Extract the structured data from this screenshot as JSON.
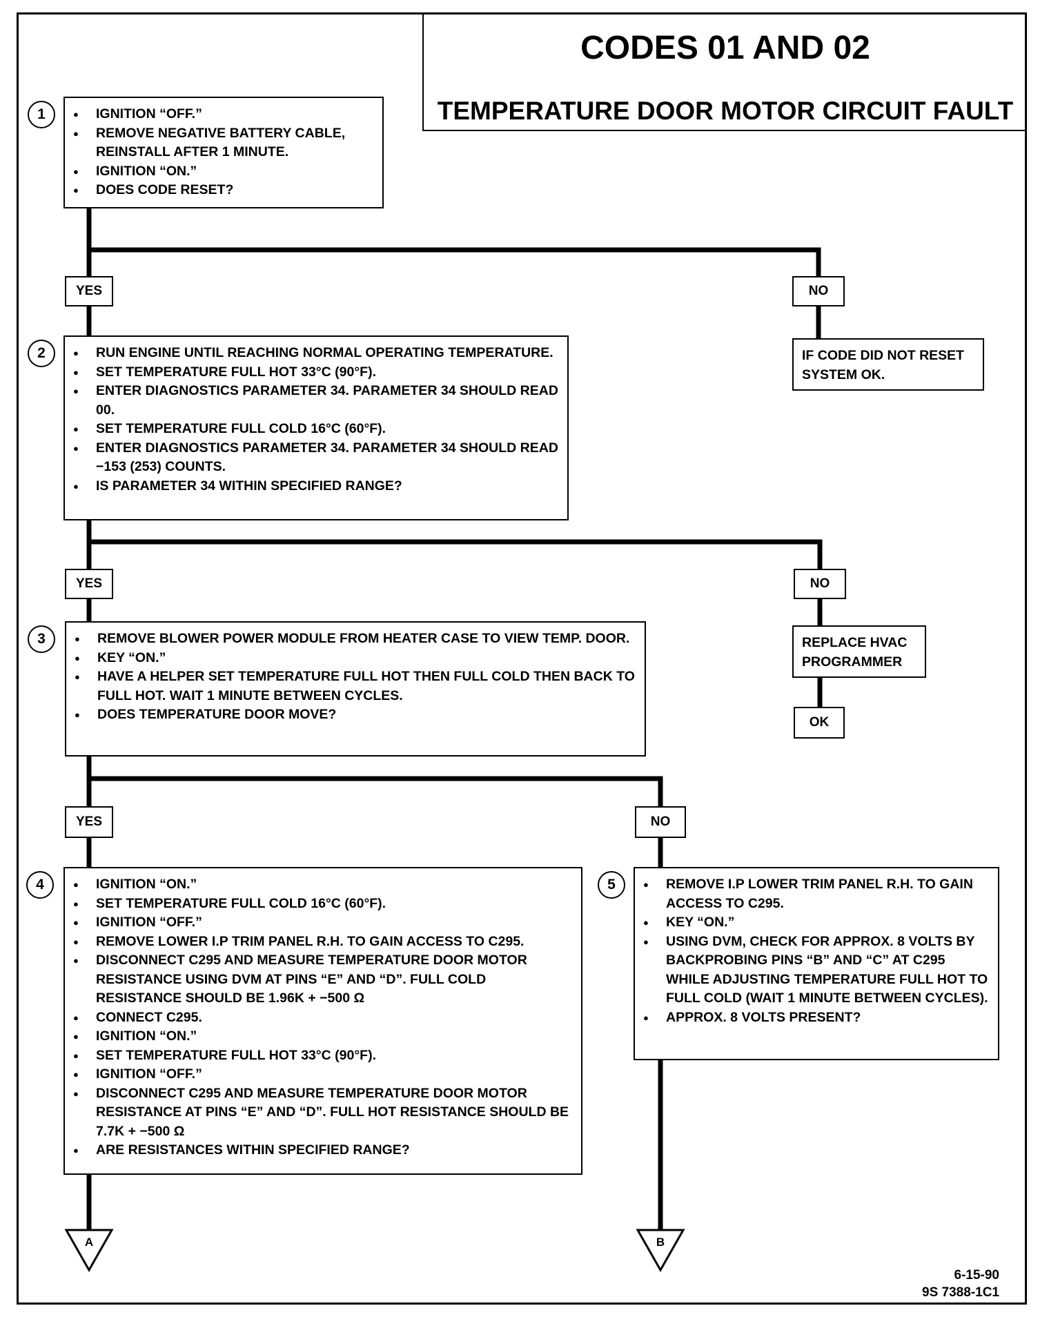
{
  "title": {
    "line1": "CODES 01 AND 02",
    "line2": "TEMPERATURE DOOR MOTOR CIRCUIT FAULT"
  },
  "steps": [
    {
      "number": "1",
      "items": [
        "IGNITION “OFF.”",
        "REMOVE NEGATIVE BATTERY CABLE, REINSTALL AFTER 1 MINUTE.",
        "IGNITION “ON.”",
        "DOES CODE RESET?"
      ]
    },
    {
      "number": "2",
      "items": [
        "RUN ENGINE UNTIL REACHING NORMAL OPERATING TEMPERATURE.",
        "SET TEMPERATURE FULL HOT 33°C (90°F).",
        "ENTER DIAGNOSTICS PARAMETER 34.  PARAMETER 34 SHOULD READ 00.",
        "SET TEMPERATURE FULL COLD 16°C (60°F).",
        "ENTER DIAGNOSTICS PARAMETER 34.  PARAMETER 34 SHOULD READ  −153 (253) COUNTS.",
        "IS PARAMETER 34 WITHIN SPECIFIED RANGE?"
      ]
    },
    {
      "number": "3",
      "items": [
        "REMOVE  BLOWER POWER MODULE FROM HEATER CASE TO VIEW TEMP. DOOR.",
        "KEY “ON.”",
        "HAVE A HELPER SET TEMPERATURE FULL HOT THEN FULL COLD THEN BACK TO FULL HOT.  WAIT 1 MINUTE BETWEEN CYCLES.",
        "DOES TEMPERATURE DOOR MOVE?"
      ]
    },
    {
      "number": "4",
      "items": [
        "IGNITION “ON.”",
        "SET TEMPERATURE FULL COLD 16°C (60°F).",
        "IGNITION “OFF.”",
        "REMOVE LOWER I.P TRIM PANEL R.H. TO GAIN ACCESS TO C295.",
        "DISCONNECT C295 AND MEASURE TEMPERATURE DOOR MOTOR RESISTANCE USING DVM AT PINS “E” AND “D”.  FULL COLD RESISTANCE SHOULD BE 1.96K + −500 Ω",
        "CONNECT C295.",
        "IGNITION “ON.”",
        "SET TEMPERATURE FULL HOT 33°C (90°F).",
        "IGNITION “OFF.”",
        "DISCONNECT C295 AND MEASURE TEMPERATURE DOOR MOTOR RESISTANCE AT PINS “E” AND “D”.  FULL HOT RESISTANCE SHOULD BE 7.7K + −500 Ω",
        "ARE RESISTANCES WITHIN SPECIFIED RANGE?"
      ]
    },
    {
      "number": "5",
      "items": [
        "REMOVE I.P LOWER TRIM PANEL R.H. TO GAIN ACCESS TO C295.",
        "KEY “ON.”",
        "USING DVM, CHECK FOR APPROX. 8 VOLTS BY BACKPROBING PINS “B” AND “C” AT C295 WHILE ADJUSTING TEMPERATURE FULL HOT TO FULL COLD (WAIT 1 MINUTE BETWEEN CYCLES).",
        "APPROX. 8 VOLTS PRESENT?"
      ]
    }
  ],
  "labels": {
    "yes": "YES",
    "no": "NO"
  },
  "results": {
    "no_reset": "IF CODE DID NOT RESET SYSTEM OK.",
    "replace": "REPLACE HVAC PROGRAMMER",
    "ok": "OK"
  },
  "connectors": {
    "a": "A",
    "b": "B"
  },
  "footer": {
    "date": "6-15-90",
    "ref": "9S 7388-1C1"
  }
}
